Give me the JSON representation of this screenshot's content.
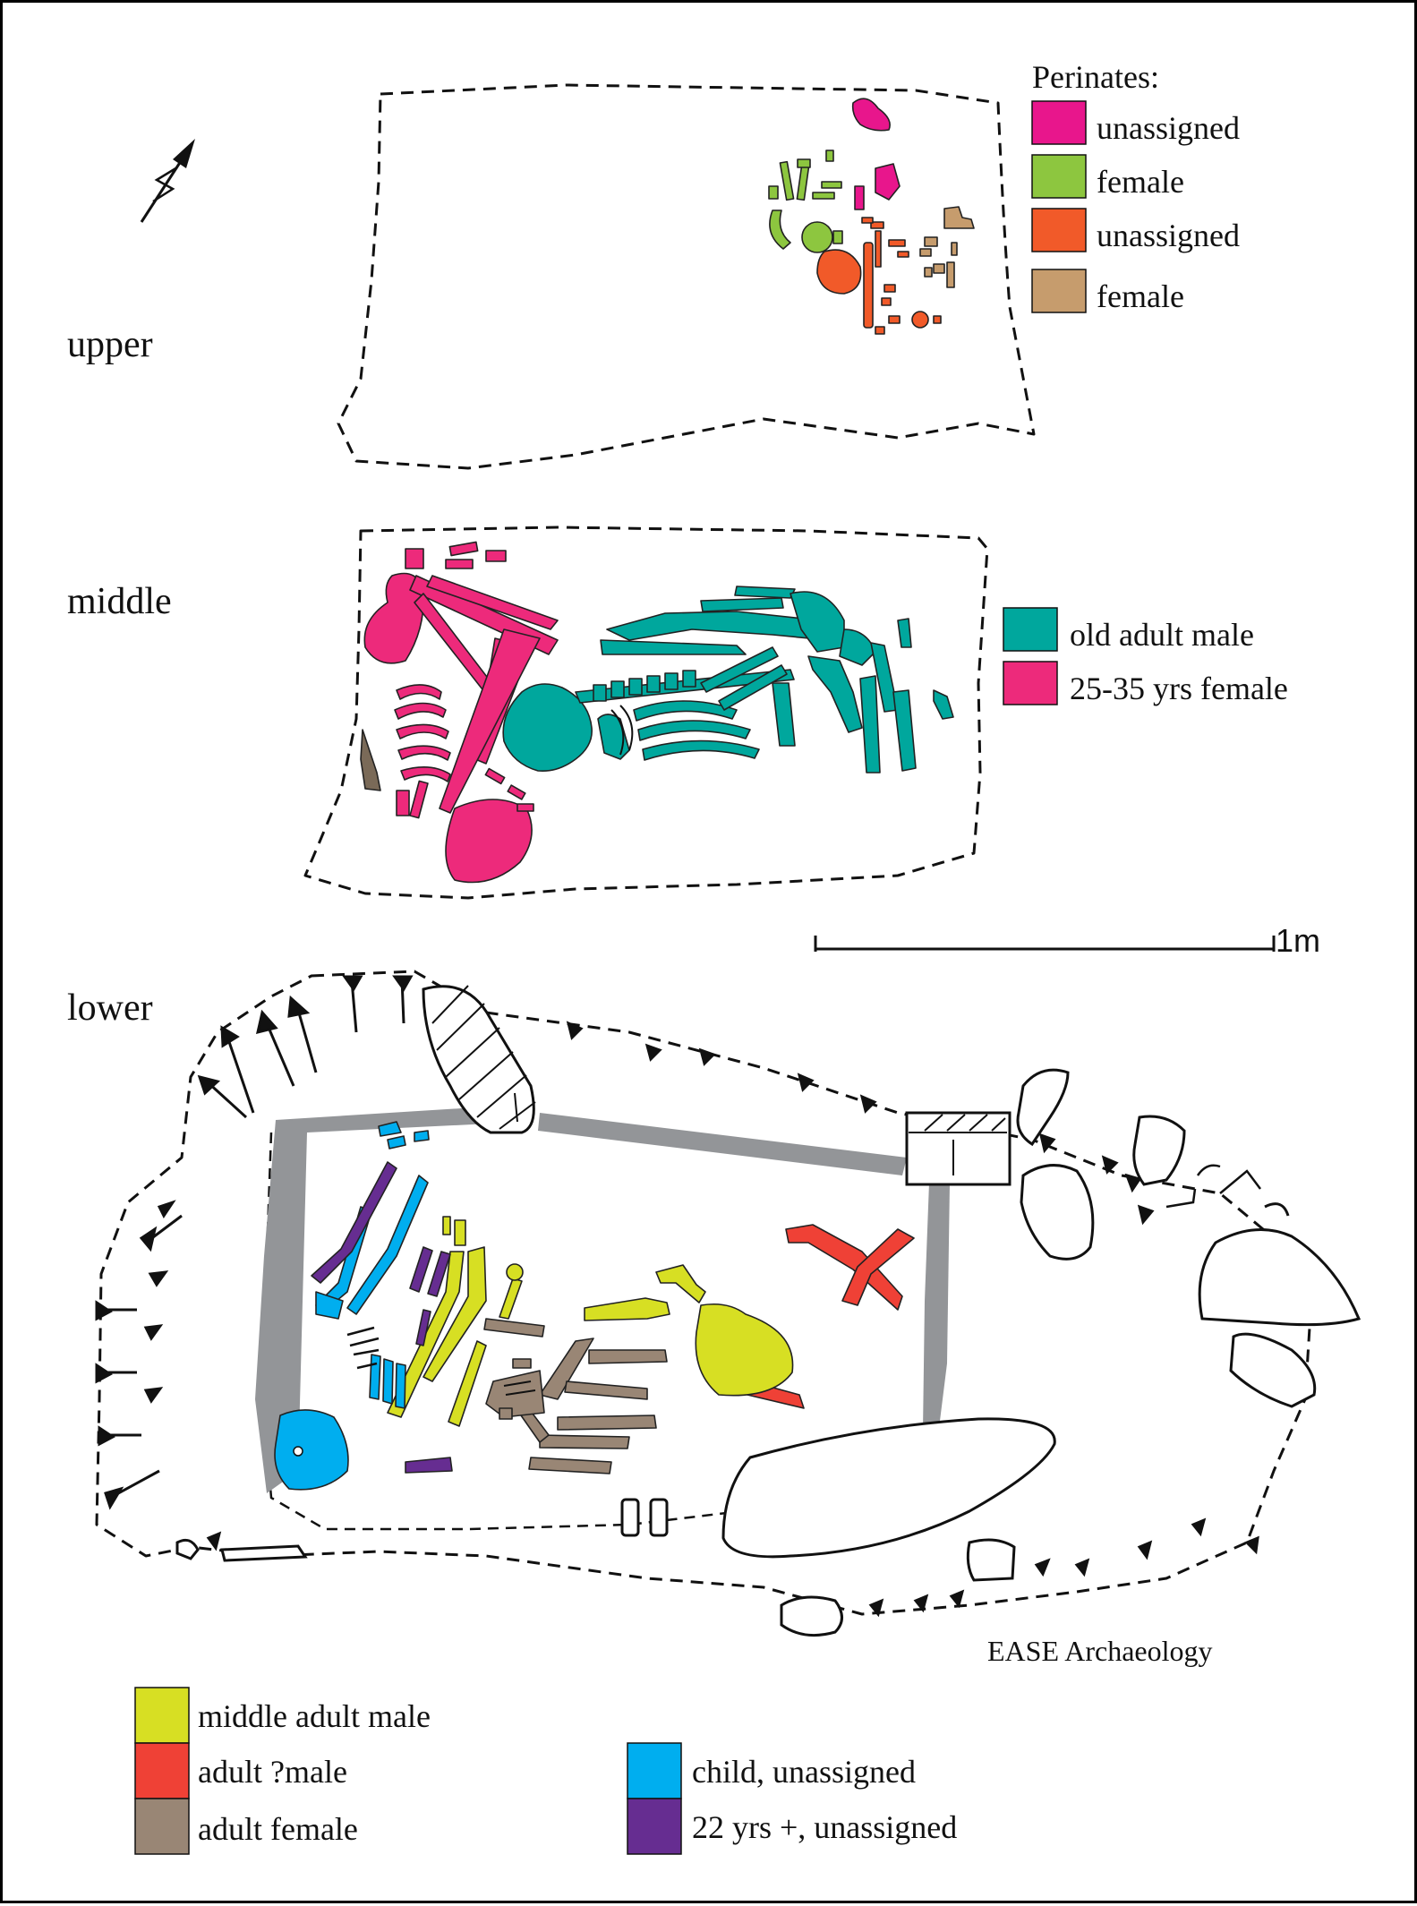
{
  "levels": {
    "upper": "upper",
    "middle": "middle",
    "lower": "lower"
  },
  "legend_upper": {
    "title": "Perinates:",
    "items": [
      {
        "label": "unassigned",
        "color": "#e8168c"
      },
      {
        "label": "female",
        "color": "#8dc63f"
      },
      {
        "label": "unassigned",
        "color": "#f15a29"
      },
      {
        "label": "female",
        "color": "#c69c6d"
      }
    ]
  },
  "legend_middle": {
    "items": [
      {
        "label": "old adult male",
        "color": "#00a79d"
      },
      {
        "label": "25-35 yrs female",
        "color": "#ed2a7b"
      }
    ]
  },
  "legend_lower": {
    "items": [
      {
        "label": "middle adult male",
        "color": "#d7df23"
      },
      {
        "label": "adult ?male",
        "color": "#ef4136"
      },
      {
        "label": "adult female",
        "color": "#998675"
      },
      {
        "label": "child, unassigned",
        "color": "#00aeef"
      },
      {
        "label": "22 yrs +, unassigned",
        "color": "#662d91"
      }
    ]
  },
  "scale_bar": {
    "label": "1m"
  },
  "credit": "EASE Archaeology",
  "colors": {
    "grey_slab": "#939598",
    "dark_bone": "#7a6a58"
  }
}
